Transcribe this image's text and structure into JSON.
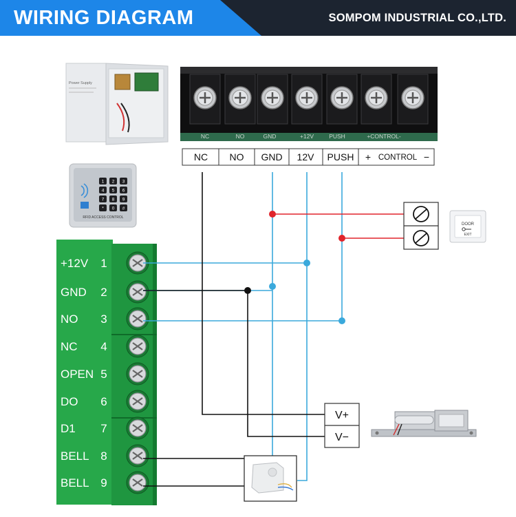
{
  "header": {
    "title": "WIRING DIAGRAM",
    "company": "SOMPOM INDUSTRIAL CO.,LTD."
  },
  "power_supply": {
    "terminals": [
      {
        "label": "NC",
        "board_label": "NC"
      },
      {
        "label": "NO",
        "board_label": "NO"
      },
      {
        "label": "GND",
        "board_label": "GND"
      },
      {
        "label": "12V",
        "board_label": "+12V"
      },
      {
        "label": "PUSH",
        "board_label": "PUSH"
      },
      {
        "label": "CONTROL",
        "board_label": "+CONTROL-",
        "plus": "+",
        "minus": "−"
      }
    ],
    "box_label": "Power Supply"
  },
  "keypad": {
    "keys": [
      "1",
      "2",
      "3",
      "4",
      "5",
      "6",
      "7",
      "8",
      "9",
      "*",
      "0",
      "#"
    ],
    "caption": "RFID ACCESS CONTROL"
  },
  "controller_terminals": [
    {
      "label": "+12V",
      "pin": "1"
    },
    {
      "label": "GND",
      "pin": "2"
    },
    {
      "label": "NO",
      "pin": "3"
    },
    {
      "label": "NC",
      "pin": "4"
    },
    {
      "label": "OPEN",
      "pin": "5"
    },
    {
      "label": "DO",
      "pin": "6"
    },
    {
      "label": "D1",
      "pin": "7"
    },
    {
      "label": "BELL",
      "pin": "8"
    },
    {
      "label": "BELL",
      "pin": "9"
    }
  ],
  "lock": {
    "v_plus": "V+",
    "v_minus": "V−"
  },
  "exit_button": {
    "line1": "DOOR",
    "line2": "EXIT"
  },
  "colors": {
    "header_blue": "#1d86e8",
    "header_dark": "#1c2430",
    "wire_blue": "#3aa9dc",
    "wire_red": "#e0242b",
    "wire_black": "#111111",
    "terminal_green": "#27a84a"
  }
}
